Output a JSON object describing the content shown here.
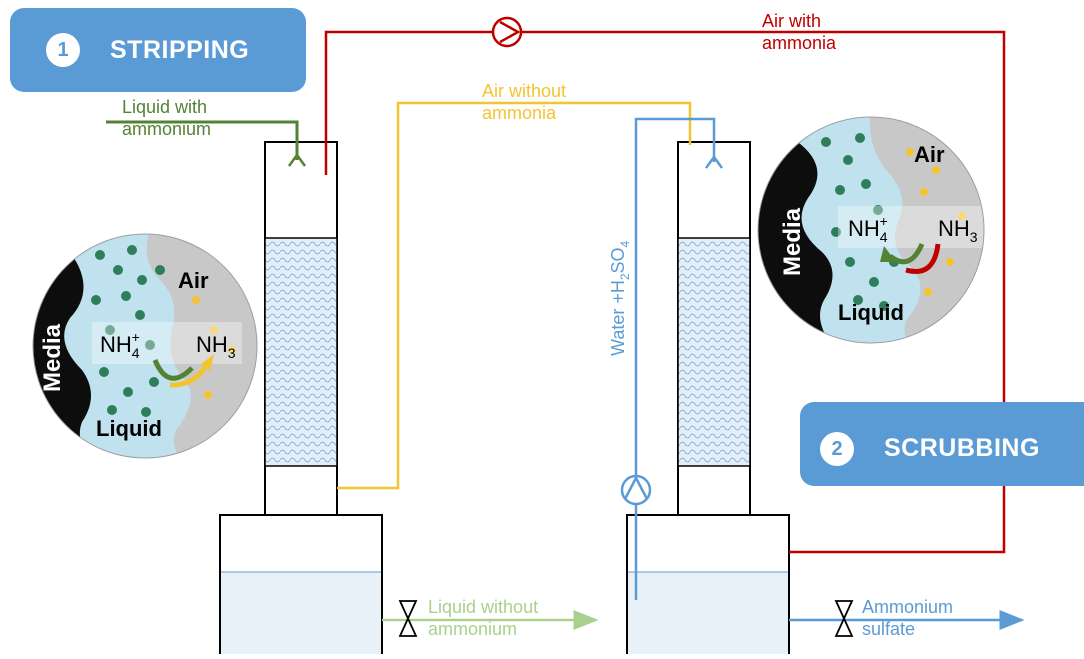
{
  "stages": {
    "stripping": {
      "number": "1",
      "title": "STRIPPING"
    },
    "scrubbing": {
      "number": "2",
      "title": "SCRUBBING"
    }
  },
  "streams": {
    "liquid_with_ammonium": [
      "Liquid with",
      "ammonium"
    ],
    "air_without_ammonia": [
      "Air without",
      "ammonia"
    ],
    "air_with_ammonia": [
      "Air with",
      "ammonia"
    ],
    "water_h2so4": {
      "main": "Water +H",
      "sub1": "2",
      "mid": "SO",
      "sub2": "4"
    },
    "liquid_without_ammonium": [
      "Liquid without",
      "ammonium"
    ],
    "ammonium_sulfate": [
      "Ammonium",
      "sulfate"
    ]
  },
  "insets": {
    "media": "Media",
    "air": "Air",
    "liquid": "Liquid",
    "nh4": {
      "base": "NH",
      "sub": "4",
      "sup": "+"
    },
    "nh3": {
      "base": "NH",
      "sub": "3"
    }
  },
  "colors": {
    "blue_accent": "#5b9bd5",
    "liquid_green": "#548235",
    "light_green": "#a9d18e",
    "air_yellow": "#f4c430",
    "air_red": "#c00000",
    "acid_blue": "#5b9bd5",
    "tank_fill": "#e8f0f8",
    "packing_fill": "#bdd7ee"
  }
}
